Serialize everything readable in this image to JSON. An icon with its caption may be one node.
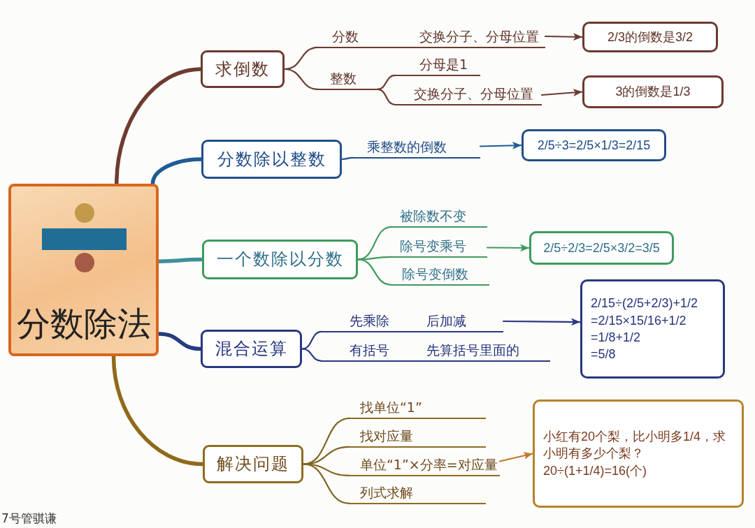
{
  "diagram": {
    "nodes": [
      {
        "text": [
          "分数除法"
        ]
      },
      {
        "text": [
          "求倒数"
        ]
      },
      {
        "text": [
          "分数",
          "交换分子、分母位置"
        ]
      },
      {
        "text": [
          "2/3的倒数是3/2"
        ]
      },
      {
        "text": [
          "整数"
        ]
      },
      {
        "text": [
          "分母是1"
        ]
      },
      {
        "text": [
          "交换分子、分母位置"
        ]
      },
      {
        "text": [
          "3的倒数是1/3"
        ]
      },
      {
        "text": [
          "分数除以整数"
        ]
      },
      {
        "text": [
          "乘整数的倒数"
        ]
      },
      {
        "text": [
          "2/5÷3=2/5×1/3=2/15"
        ]
      },
      {
        "text": [
          "一个数除以分数"
        ]
      },
      {
        "text": [
          "被除数不变"
        ]
      },
      {
        "text": [
          "除号变乘号"
        ]
      },
      {
        "text": [
          "除号变倒数"
        ]
      },
      {
        "text": [
          "2/5÷2/3=2/5×3/2=3/5"
        ]
      },
      {
        "text": [
          "混合运算"
        ]
      },
      {
        "text": [
          "先乘除",
          "后加减"
        ]
      },
      {
        "text": [
          "有括号",
          "先算括号里面的"
        ]
      },
      {
        "text": [
          "2/15÷(2/5+2/3)+1/2",
          "=2/15×15/16+1/2",
          "=1/8+1/2",
          "=5/8"
        ]
      },
      {
        "text": [
          "解决问题"
        ]
      },
      {
        "text": [
          "找单位“1”"
        ]
      },
      {
        "text": [
          "找对应量"
        ]
      },
      {
        "text": [
          "单位“1”×分率=对应量"
        ]
      },
      {
        "text": [
          "列式求解"
        ]
      },
      {
        "text": [
          "小红有20个梨，比小明多1/4，求小明有多少个梨？",
          "20÷(1+1/4)=16(个)"
        ]
      }
    ],
    "edges": [
      {
        "from": 0,
        "to": 1,
        "arrow": "none",
        "style": "thick",
        "color": "#6e3b2f"
      },
      {
        "from": 1,
        "to": 2,
        "arrow": "none",
        "color": "#6b3a2e"
      },
      {
        "from": 2,
        "to": 3,
        "arrow": "to",
        "color": "#6b3a2e"
      },
      {
        "from": 1,
        "to": 4,
        "arrow": "none",
        "color": "#6b3a2e"
      },
      {
        "from": 4,
        "to": 5,
        "arrow": "none",
        "color": "#6b3a2e"
      },
      {
        "from": 4,
        "to": 6,
        "arrow": "none",
        "color": "#6b3a2e"
      },
      {
        "from": 6,
        "to": 7,
        "arrow": "to",
        "color": "#6b3a2e"
      },
      {
        "from": 0,
        "to": 8,
        "arrow": "none",
        "style": "thick",
        "color": "#1f5b96"
      },
      {
        "from": 8,
        "to": 9,
        "arrow": "none",
        "color": "#1f4e8c"
      },
      {
        "from": 9,
        "to": 10,
        "arrow": "to",
        "color": "#1f5b96"
      },
      {
        "from": 0,
        "to": 11,
        "arrow": "none",
        "style": "thick",
        "color": "#3e8f98"
      },
      {
        "from": 11,
        "to": 12,
        "arrow": "none",
        "color": "#3f9a5e"
      },
      {
        "from": 11,
        "to": 13,
        "arrow": "none",
        "color": "#3f9a5e"
      },
      {
        "from": 11,
        "to": 14,
        "arrow": "none",
        "color": "#3f9a5e"
      },
      {
        "from": 13,
        "to": 15,
        "arrow": "to",
        "color": "#3f9a5e"
      },
      {
        "from": 0,
        "to": 16,
        "arrow": "none",
        "style": "thick",
        "color": "#263b80"
      },
      {
        "from": 16,
        "to": 17,
        "arrow": "none",
        "color": "#2a3781"
      },
      {
        "from": 16,
        "to": 18,
        "arrow": "none",
        "color": "#2a3781"
      },
      {
        "from": 17,
        "to": 19,
        "arrow": "to",
        "color": "#2a3781"
      },
      {
        "from": 0,
        "to": 20,
        "arrow": "none",
        "style": "thick",
        "color": "#8f6a1a"
      },
      {
        "from": 20,
        "to": 21,
        "arrow": "none",
        "color": "#7d6420"
      },
      {
        "from": 20,
        "to": 22,
        "arrow": "none",
        "color": "#7d6420"
      },
      {
        "from": 20,
        "to": 23,
        "arrow": "none",
        "color": "#7d6420"
      },
      {
        "from": 20,
        "to": 24,
        "arrow": "none",
        "color": "#7d6420"
      },
      {
        "from": 23,
        "to": 25,
        "arrow": "to",
        "color": "#c0782a"
      }
    ],
    "labels": [
      "7号管骐谦"
    ]
  }
}
